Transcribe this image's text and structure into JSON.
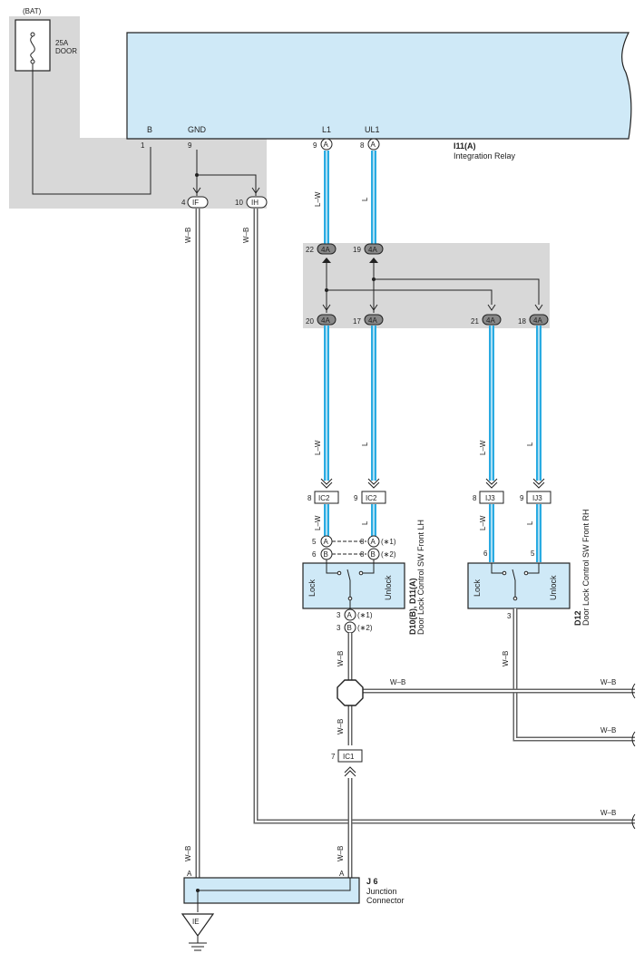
{
  "source": {
    "label": "(BAT)"
  },
  "fuse": {
    "amp": "25A",
    "name": "DOOR"
  },
  "relay": {
    "id": "I11(A)",
    "name": "Integration Relay",
    "terminals": {
      "b": "B",
      "gnd": "GND",
      "l1": "L1",
      "ul1": "UL1"
    },
    "pins": {
      "b": "1",
      "gnd": "9",
      "l1": "9",
      "ul1": "8"
    },
    "pin_letter": "A"
  },
  "connectors": {
    "if": {
      "code": "IF",
      "pin": "4"
    },
    "ih": {
      "code": "IH",
      "pin": "10"
    },
    "j4a_top": [
      {
        "code": "4A",
        "pin": "22"
      },
      {
        "code": "4A",
        "pin": "19"
      }
    ],
    "j4a_bottom": [
      {
        "code": "4A",
        "pin": "20"
      },
      {
        "code": "4A",
        "pin": "17"
      },
      {
        "code": "4A",
        "pin": "21"
      },
      {
        "code": "4A",
        "pin": "18"
      }
    ],
    "ic2": [
      {
        "code": "IC2",
        "pin": "8"
      },
      {
        "code": "IC2",
        "pin": "9"
      }
    ],
    "ij3": [
      {
        "code": "IJ3",
        "pin": "8"
      },
      {
        "code": "IJ3",
        "pin": "9"
      }
    ],
    "ic1": {
      "code": "IC1",
      "pin": "7"
    }
  },
  "wire_colors": {
    "lw": "L–W",
    "l": "L",
    "wb": "W–B"
  },
  "switch_lh": {
    "id": "D10(B), D11(A)",
    "name": "Door Lock Control SW Front LH",
    "lock": "Lock",
    "unlock": "Unlock",
    "pins_left": [
      "5",
      "6"
    ],
    "pins_right": [
      "8",
      "8"
    ],
    "letters": [
      "A",
      "B"
    ],
    "notes": [
      "(∗1)",
      "(∗2)"
    ],
    "ground_pins": [
      "3",
      "3"
    ]
  },
  "switch_rh": {
    "id": "D12",
    "name": "Door Lock Control SW Front RH",
    "lock": "Lock",
    "unlock": "Unlock",
    "pins": [
      "6",
      "5"
    ],
    "ground_pin": "3"
  },
  "junction": {
    "id": "J 6",
    "name1": "Junction",
    "name2": "Connector",
    "pin": "A"
  },
  "ground": {
    "code": "IE"
  }
}
